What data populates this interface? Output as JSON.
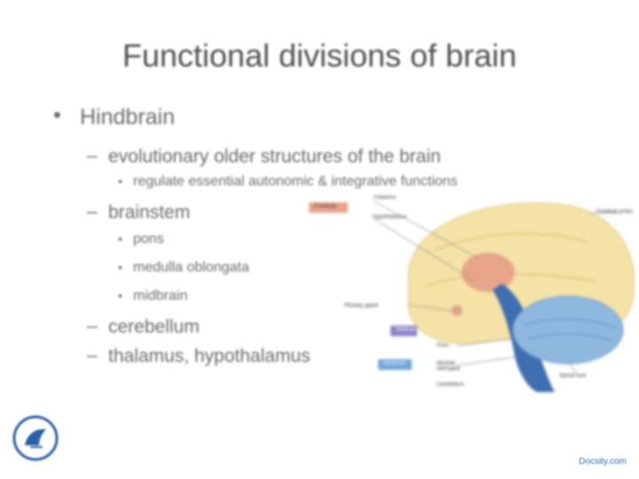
{
  "slide": {
    "title": "Functional divisions of brain",
    "bullets": {
      "level1": "Hindbrain",
      "items": [
        {
          "text": "evolutionary older structures of the brain",
          "sub": [
            "regulate essential autonomic & integrative functions"
          ]
        },
        {
          "text": "brainstem",
          "sub": [
            "pons",
            "medulla oblongata",
            "midbrain"
          ]
        },
        {
          "text": "cerebellum",
          "sub": []
        },
        {
          "text": "thalamus, hypothalamus",
          "sub": []
        }
      ]
    },
    "figure": {
      "labels": {
        "forebrain_tag": "Forebrain",
        "thalamus": "Thalamus",
        "hypothalamus": "Hypothalamus",
        "cerebral_cortex": "Cerebral cortex",
        "pituitary": "Pituitary gland",
        "midbrain_tag": "Midbrain",
        "hindbrain_tag": "Hindbrain",
        "pons": "Pons",
        "medulla": "Medulla oblongata",
        "cerebellum": "Cerebellum",
        "spinal_cord": "Spinal cord"
      },
      "colors": {
        "cortex": "#f4e2a6",
        "cerebellum": "#8fb8df",
        "brainstem": "#3f6fb0",
        "thalamus": "#e8a58a",
        "forebrain_tag": "#e8a58a",
        "midbrain_tag": "#8c84c8",
        "hindbrain_tag": "#6fa6d8"
      }
    },
    "brand": "Docsity.com"
  }
}
